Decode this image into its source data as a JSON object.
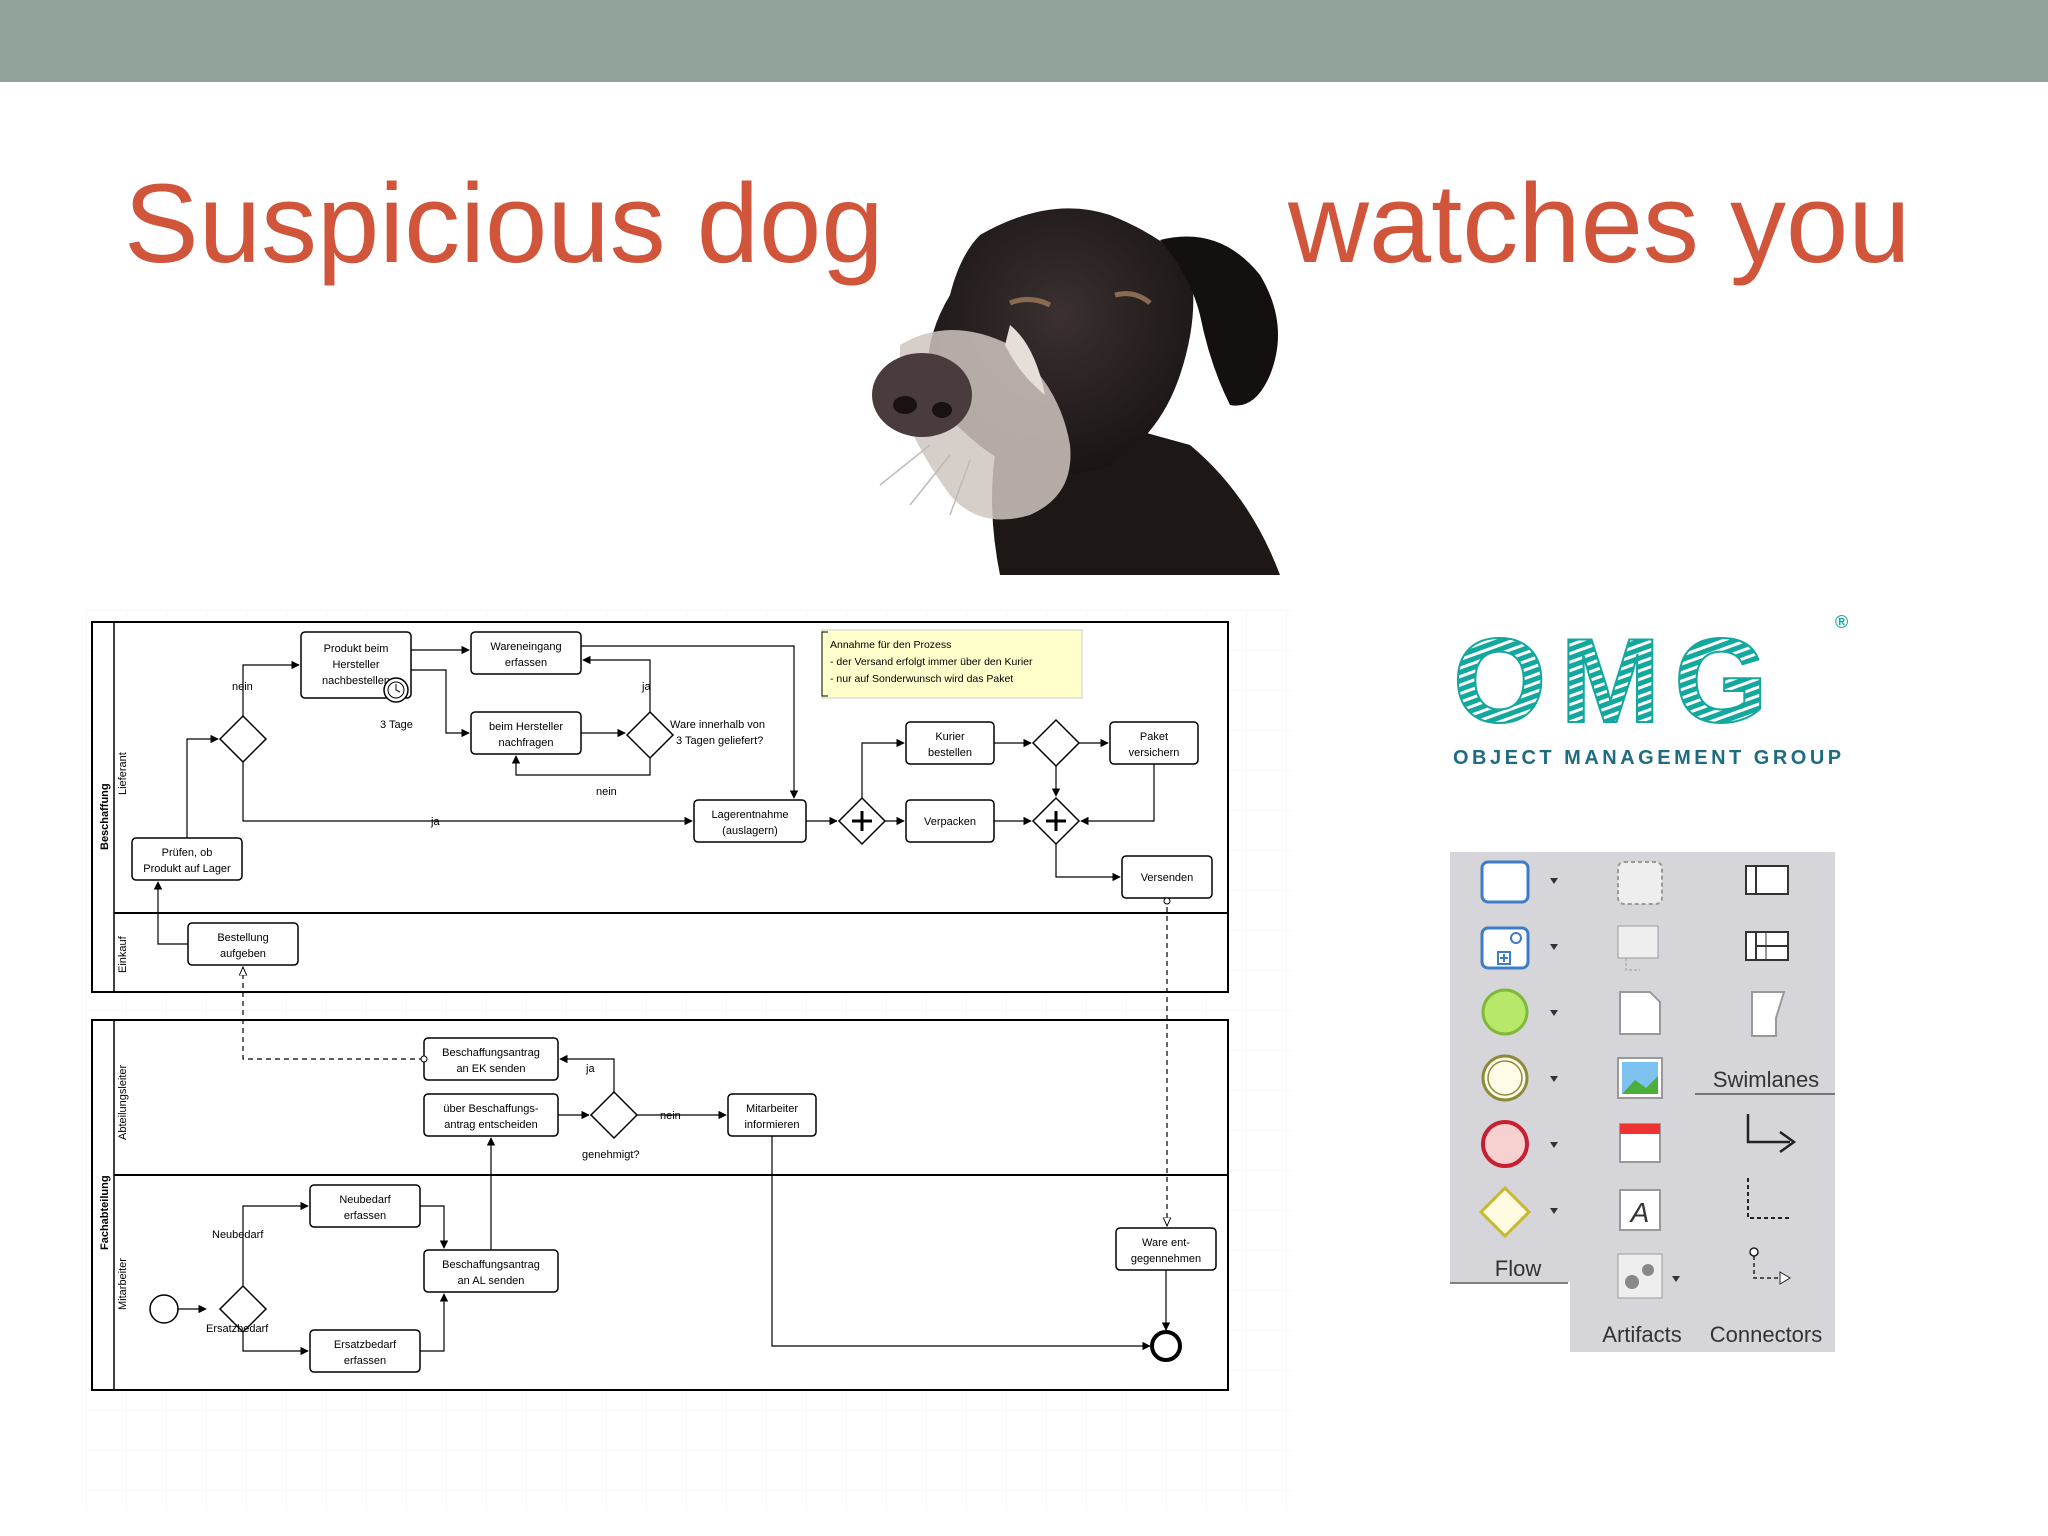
{
  "slide": {
    "title_left": "Suspicious dog",
    "title_right": "watches you",
    "colors": {
      "title": "#d0553a",
      "topbar": "#92a39a",
      "omg_teal": "#13a89e",
      "omg_text": "#1e6c82",
      "note_fill": "#ffffcc"
    }
  },
  "bpmn": {
    "pools": [
      {
        "label": "Beschaffung",
        "lanes": [
          "Lieferant",
          "Einkauf"
        ]
      },
      {
        "label": "Fachabteilung",
        "lanes": [
          "Abteilungsleiter",
          "Mitarbeiter"
        ]
      }
    ],
    "tasks": {
      "produkt_bestellen": [
        "Produkt beim",
        "Hersteller",
        "nachbestellen"
      ],
      "wareneingang": [
        "Wareneingang",
        "erfassen"
      ],
      "hersteller_nachfragen": [
        "beim Hersteller",
        "nachfragen"
      ],
      "pruefen": [
        "Prüfen, ob",
        "Produkt auf Lager"
      ],
      "lagerentnahme": [
        "Lagerentnahme",
        "(auslagern)"
      ],
      "kurier": [
        "Kurier",
        "bestellen"
      ],
      "paket": [
        "Paket",
        "versichern"
      ],
      "verpacken": [
        "Verpacken"
      ],
      "versenden": [
        "Versenden"
      ],
      "bestellung": [
        "Bestellung",
        "aufgeben"
      ],
      "beschaffungsantrag_ek": [
        "Beschaffungsantrag",
        "an EK senden"
      ],
      "entscheiden": [
        "über Beschaffungs-",
        "antrag entscheiden"
      ],
      "informieren": [
        "Mitarbeiter",
        "informieren"
      ],
      "neubedarf": [
        "Neubedarf",
        "erfassen"
      ],
      "antrag_al": [
        "Beschaffungsantrag",
        "an AL senden"
      ],
      "ersatzbedarf": [
        "Ersatzbedarf",
        "erfassen"
      ],
      "ware_entgegennehmen": [
        "Ware ent-",
        "gegennehmen"
      ]
    },
    "labels": {
      "nein": "nein",
      "ja": "ja",
      "drei_tage": "3 Tage",
      "ware_innerhalb": [
        "Ware innerhalb von",
        "3 Tagen geliefert?"
      ],
      "genehmigt": "genehmigt?",
      "neubedarf": "Neubedarf",
      "ersatzbedarf": "Ersatzbedarf"
    },
    "annotation": [
      "Annahme für den Prozess",
      "- der Versand erfolgt immer über den Kurier",
      "- nur auf Sonderwunsch wird das Paket"
    ]
  },
  "omg": {
    "letters": "OMG",
    "name": "OBJECT MANAGEMENT GROUP",
    "registered": "®"
  },
  "palette": {
    "groups": [
      "Flow",
      "Artifacts",
      "Swimlanes",
      "Connectors"
    ],
    "flow_items": [
      {
        "name": "task-tool",
        "icon": "task-icon"
      },
      {
        "name": "subprocess-tool",
        "icon": "subprocess-icon"
      },
      {
        "name": "start-event-tool",
        "icon": "start-event-icon"
      },
      {
        "name": "intermediate-event-tool",
        "icon": "intermediate-event-icon"
      },
      {
        "name": "end-event-tool",
        "icon": "end-event-icon"
      },
      {
        "name": "gateway-tool",
        "icon": "gateway-icon"
      }
    ],
    "artifact_items": [
      "group-icon",
      "annotation-icon",
      "data-object-icon",
      "image-icon",
      "browser-icon",
      "text-icon",
      "gears-icon"
    ],
    "swimlane_items": [
      "pool-icon",
      "lane-icon",
      "page-icon"
    ],
    "connector_items": [
      "sequence-flow-icon",
      "association-icon",
      "message-flow-icon"
    ]
  }
}
